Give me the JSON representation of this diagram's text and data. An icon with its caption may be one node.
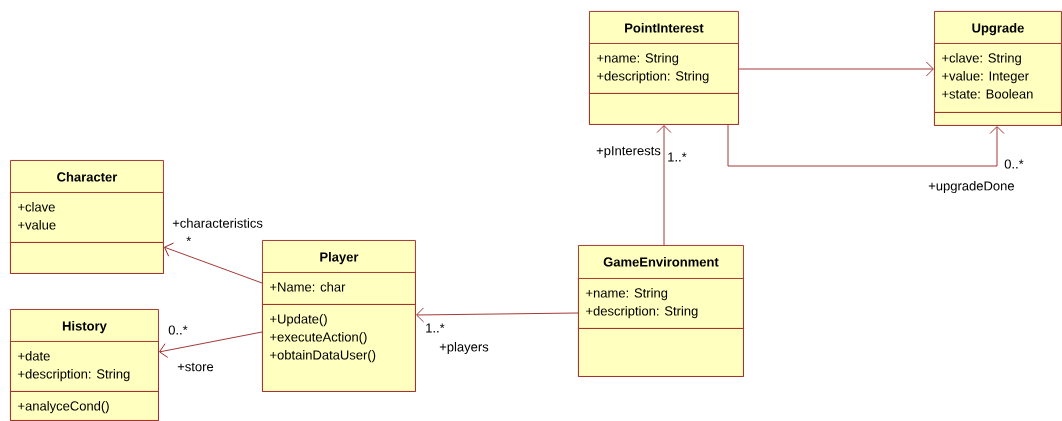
{
  "diagram": {
    "nodes": [
      {
        "text": [
          "Character"
        ]
      },
      {
        "text": [
          "+clave",
          "+value"
        ],
        "in": 0
      },
      {
        "text": [],
        "shape": "box",
        "in": 0
      },
      {
        "text": [
          "History"
        ]
      },
      {
        "text": [
          "+date",
          "+description: String"
        ],
        "in": 3
      },
      {
        "text": [
          "+analyceCond()"
        ],
        "in": 3
      },
      {
        "text": [
          "Player"
        ]
      },
      {
        "text": [
          "+Name: char"
        ],
        "in": 6
      },
      {
        "text": [
          "+Update()",
          "+executeAction()",
          "+obtainDataUser()"
        ],
        "in": 6
      },
      {
        "text": [
          "GameEnvironment"
        ]
      },
      {
        "text": [
          "+name: String",
          "+description: String"
        ],
        "in": 9
      },
      {
        "text": [],
        "shape": "box",
        "in": 9
      },
      {
        "text": [
          "PointInterest"
        ]
      },
      {
        "text": [
          "+name: String",
          "+description: String"
        ],
        "in": 12
      },
      {
        "text": [],
        "shape": "box",
        "in": 12
      },
      {
        "text": [
          "Upgrade"
        ]
      },
      {
        "text": [
          "+clave: String",
          "+value: Integer",
          "+state: Boolean"
        ],
        "in": 15
      },
      {
        "text": [],
        "shape": "box",
        "in": 15
      }
    ],
    "edges": [
      {
        "from": 6,
        "to": 0,
        "arrow": "to"
      },
      {
        "from": 6,
        "to": 3,
        "arrow": "to"
      },
      {
        "from": 9,
        "to": 6,
        "arrow": "to"
      },
      {
        "from": 9,
        "to": 12,
        "arrow": "to"
      },
      {
        "from": 12,
        "to": 15,
        "arrow": "to"
      },
      {
        "from": 12,
        "to": 15,
        "arrow": "to"
      }
    ],
    "labels": [
      "+characteristics",
      "*",
      "0..*",
      "+store",
      "1..*",
      "+players",
      "+pInterests",
      "1..*",
      "0..*",
      "+upgradeDone"
    ]
  }
}
